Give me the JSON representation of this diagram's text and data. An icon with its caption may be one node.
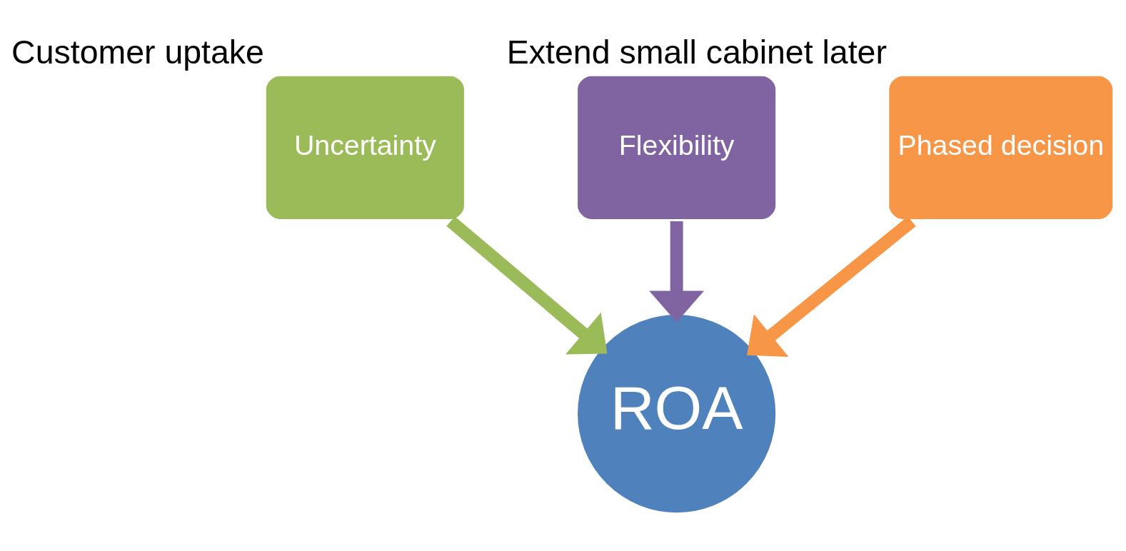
{
  "diagram": {
    "nodes": [
      {
        "text": [
          "Uncertainty"
        ],
        "beside": [
          "Customer uptake"
        ]
      },
      {
        "text": [
          "Flexibility"
        ]
      },
      {
        "text": [
          "Phased decision"
        ],
        "beside": [
          "Extend small cabinet later"
        ]
      },
      {
        "text": [
          "ROA"
        ]
      }
    ],
    "edges": [
      {
        "from": 0,
        "to": 3,
        "arrow": "to",
        "color": "#9bbb59"
      },
      {
        "from": 1,
        "to": 3,
        "arrow": "to",
        "color": "#8064a2"
      },
      {
        "from": 2,
        "to": 3,
        "arrow": "to",
        "color": "#f79646"
      }
    ]
  }
}
